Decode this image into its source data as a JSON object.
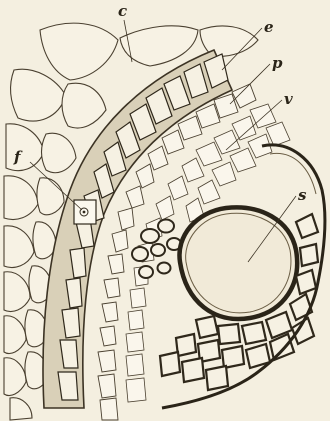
{
  "figure": {
    "labels": {
      "c": "c",
      "e": "e",
      "p": "p",
      "v": "v",
      "f": "f",
      "s": "s"
    }
  }
}
